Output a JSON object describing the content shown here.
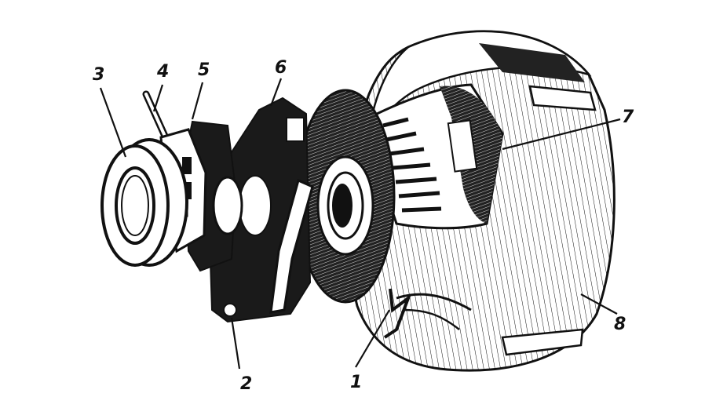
{
  "diagram": {
    "callouts": [
      {
        "id": "part-1",
        "label": "1"
      },
      {
        "id": "part-2",
        "label": "2"
      },
      {
        "id": "part-3",
        "label": "3"
      },
      {
        "id": "part-4",
        "label": "4"
      },
      {
        "id": "part-5",
        "label": "5"
      },
      {
        "id": "part-6",
        "label": "6"
      },
      {
        "id": "part-7",
        "label": "7"
      },
      {
        "id": "part-8",
        "label": "8"
      }
    ],
    "colors": {
      "ink": "#111111",
      "paper": "#ffffff"
    }
  }
}
